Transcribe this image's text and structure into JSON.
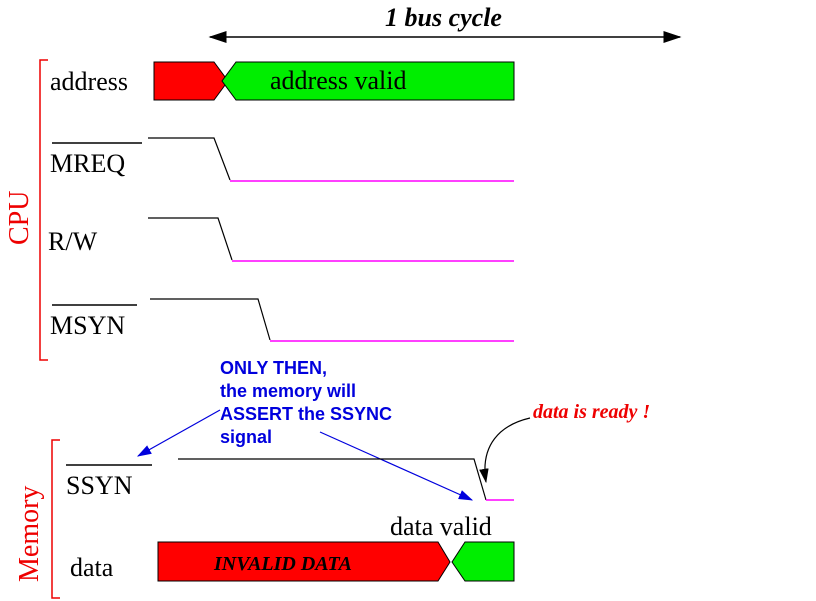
{
  "header": {
    "cycle_label": "1 bus cycle"
  },
  "groups": {
    "cpu": "CPU",
    "memory": "Memory"
  },
  "signals": {
    "address": "address",
    "mreq": "MREQ",
    "rw": "R/W",
    "msyn": "MSYN",
    "ssyn": "SSYN",
    "data": "data"
  },
  "labels": {
    "address_valid": "address valid",
    "data_valid": "data valid",
    "invalid_data": "INVALID DATA",
    "data_ready": "data is ready !"
  },
  "annotation": {
    "line1": "ONLY THEN,",
    "line2": "the memory will",
    "line3": "ASSERT the SSYNC",
    "line4": "signal"
  },
  "colors": {
    "invalid": "#ff0000",
    "valid": "#00ee00",
    "asserted_low": "#ff00ff",
    "group_label": "#ee0000",
    "annotation": "#0000dd",
    "ready_note": "#ee0000",
    "line": "#000000"
  }
}
